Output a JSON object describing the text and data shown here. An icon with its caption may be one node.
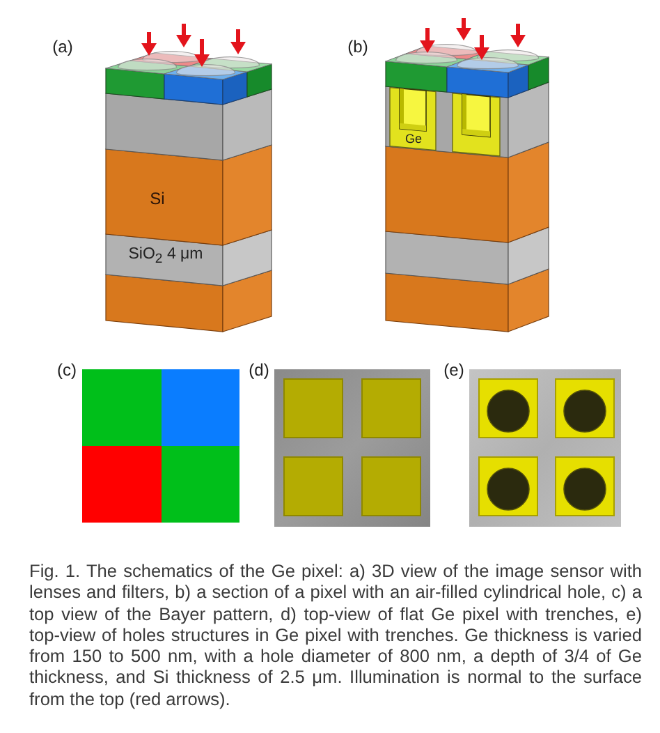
{
  "diagram": {
    "caption": "Fig. 1. The schematics of the Ge pixel: a) 3D view of the image sensor with lenses and filters, b) a section of a pixel with an air-filled cylindrical hole, c) a top view of the Bayer pattern, d) top-view of flat Ge pixel with trenches, e) top-view of holes structures in Ge pixel with trenches. Ge thickness is varied from 150 to 500 nm, with a hole diameter of 800 nm, a depth of 3/4 of Ge thickness, and Si thickness of 2.5 μm. Illumination is normal to the surface from the top (red arrows).",
    "labels": [
      "(a)",
      "Si",
      "SiO$_{2}$ 4 μm",
      "(b)",
      "Ge",
      "(c)",
      "(d)",
      "(e)"
    ]
  }
}
